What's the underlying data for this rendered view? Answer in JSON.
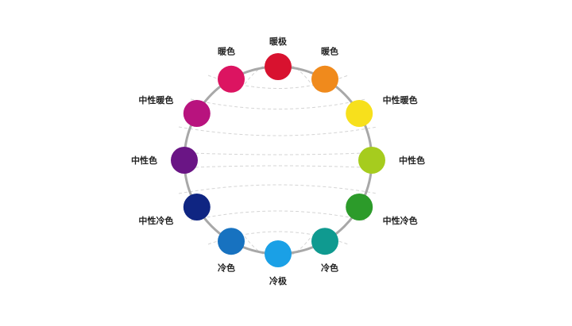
{
  "wheel": {
    "ring_color": "#a8a8a8",
    "guide_color": "#d4d4d4",
    "swatches": [
      {
        "label": "暖极",
        "color": "#d8122f"
      },
      {
        "label": "暖色",
        "color": "#f08a1c"
      },
      {
        "label": "中性暖色",
        "color": "#f7e01c"
      },
      {
        "label": "中性色",
        "color": "#a6cc1e"
      },
      {
        "label": "中性冷色",
        "color": "#2c9b2a"
      },
      {
        "label": "冷色",
        "color": "#0f9a90"
      },
      {
        "label": "冷极",
        "color": "#1aa0e6"
      },
      {
        "label": "冷色",
        "color": "#1772c0"
      },
      {
        "label": "中性冷色",
        "color": "#0f2582"
      },
      {
        "label": "中性色",
        "color": "#6a1585"
      },
      {
        "label": "中性暖色",
        "color": "#b8137e"
      },
      {
        "label": "暖色",
        "color": "#dc1461"
      }
    ]
  }
}
